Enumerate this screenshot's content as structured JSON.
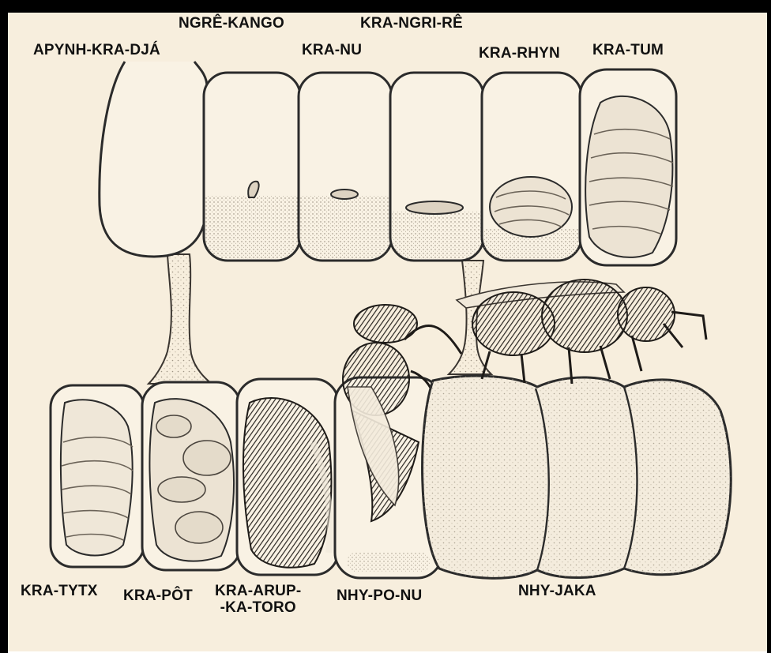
{
  "colors": {
    "background": "#f7eedd",
    "border": "#000000",
    "ink": "#2b2b2b",
    "food": "#e2d9c9",
    "stipple": "#c9bfae"
  },
  "labels": {
    "apynh_kra_dja": "APYNH-KRA-DJÁ",
    "ngre_kango": "NGRÊ-KANGO",
    "kra_nu": "KRA-NU",
    "kra_ngri_re": "KRA-NGRI-RÊ",
    "kra_rhyn": "KRA-RHYN",
    "kra_tum": "KRA-TUM",
    "kra_tytx": "KRA-TYTX",
    "kra_pot": "KRA-PÔT",
    "kra_arup_ka_toro": "KRA-ARUP-\n-KA-TORO",
    "nhy_po_nu": "NHY-PO-NU",
    "nhy_jaka": "NHY-JAKA"
  }
}
